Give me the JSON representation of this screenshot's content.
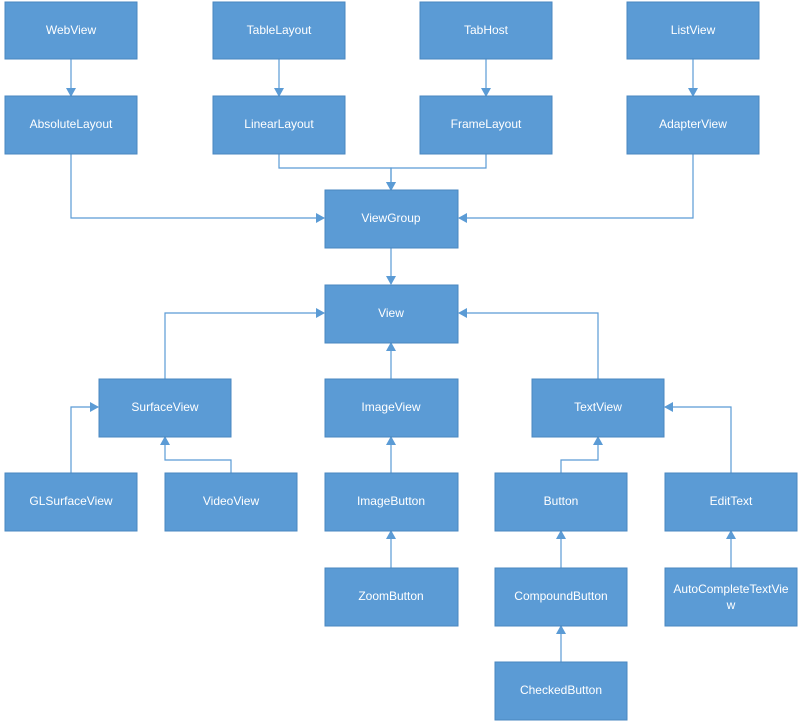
{
  "colors": {
    "box": "#5b9bd5",
    "box_border": "#4a87c0",
    "box_text": "#ffffff",
    "line": "#5b9bd5"
  },
  "nodes": {
    "webview": "WebView",
    "tablelayout": "TableLayout",
    "tabhost": "TabHost",
    "listview": "ListView",
    "absolutelayout": "AbsoluteLayout",
    "linearlayout": "LinearLayout",
    "framelayout": "FrameLayout",
    "adapterview": "AdapterView",
    "viewgroup": "ViewGroup",
    "view": "View",
    "surfaceview": "SurfaceView",
    "imageview": "ImageView",
    "textview": "TextView",
    "glsurfaceview": "GLSurfaceView",
    "videoview": "VideoView",
    "imagebutton": "ImageButton",
    "button": "Button",
    "edittext": "EditText",
    "zoombutton": "ZoomButton",
    "compoundbutton": "CompoundButton",
    "autocompletetextview_1": "AutoCompleteTextVie",
    "autocompletetextview_2": "w",
    "checkedbutton": "CheckedButton"
  },
  "edges": [
    [
      "webview",
      "absolutelayout"
    ],
    [
      "tablelayout",
      "linearlayout"
    ],
    [
      "tabhost",
      "framelayout"
    ],
    [
      "listview",
      "adapterview"
    ],
    [
      "absolutelayout",
      "viewgroup"
    ],
    [
      "linearlayout",
      "viewgroup"
    ],
    [
      "framelayout",
      "viewgroup"
    ],
    [
      "adapterview",
      "viewgroup"
    ],
    [
      "viewgroup",
      "view"
    ],
    [
      "surfaceview",
      "view"
    ],
    [
      "imageview",
      "view"
    ],
    [
      "textview",
      "view"
    ],
    [
      "glsurfaceview",
      "surfaceview"
    ],
    [
      "videoview",
      "surfaceview"
    ],
    [
      "imagebutton",
      "imageview"
    ],
    [
      "button",
      "textview"
    ],
    [
      "edittext",
      "textview"
    ],
    [
      "zoombutton",
      "imagebutton"
    ],
    [
      "compoundbutton",
      "button"
    ],
    [
      "autocompletetextview",
      "edittext"
    ],
    [
      "checkedbutton",
      "compoundbutton"
    ]
  ]
}
